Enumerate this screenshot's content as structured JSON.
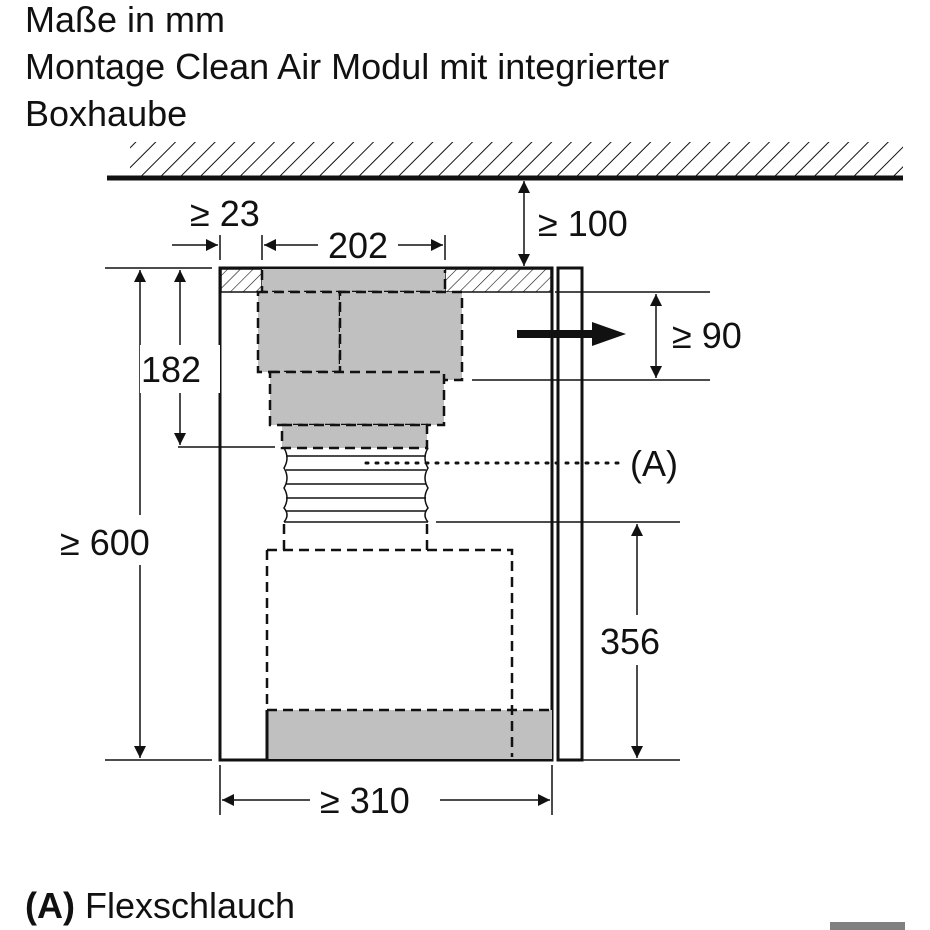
{
  "title": {
    "line1": "Maße in mm",
    "line2": "Montage Clean Air Modul mit integrierter",
    "line3": "Boxhaube"
  },
  "dimensions": {
    "side_gap": "≥ 23",
    "module_width": "202",
    "ceiling_gap": "≥ 100",
    "outlet_gap": "≥ 90",
    "module_height": "182",
    "cabinet_height": "≥ 600",
    "hood_height": "356",
    "cabinet_width": "≥ 310"
  },
  "callout": {
    "marker": "(A)",
    "legend_marker": "(A)",
    "legend_text": " Flexschlauch"
  },
  "colors": {
    "module_fill": "#c0c0c0",
    "line": "#111111"
  }
}
